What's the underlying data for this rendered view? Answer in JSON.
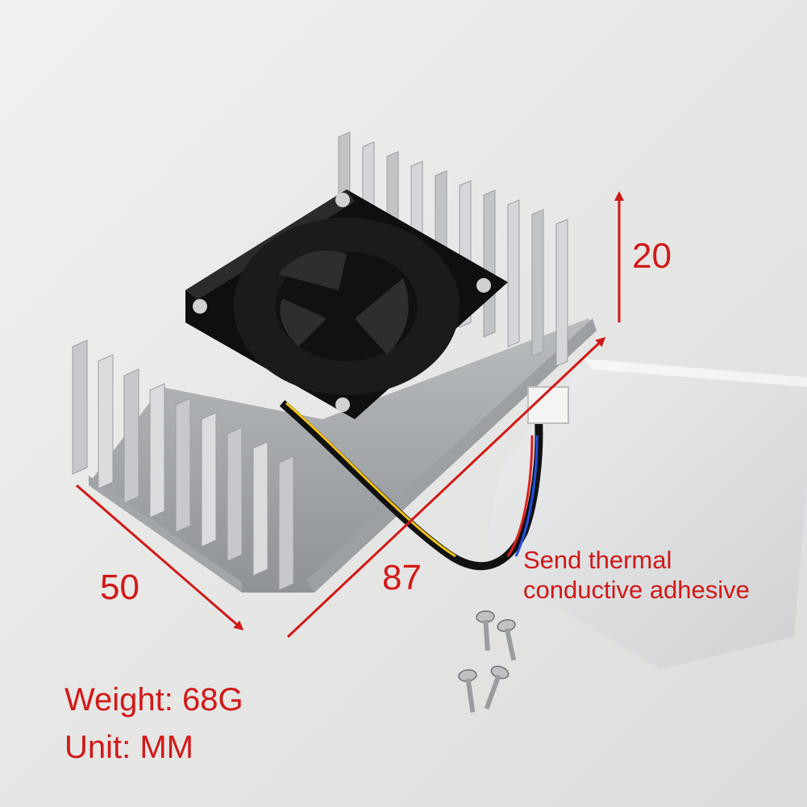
{
  "annotations": {
    "height": "20",
    "width": "50",
    "length": "87",
    "pad_note_line1": "Send thermal",
    "pad_note_line2": "conductive adhesive",
    "weight": "Weight: 68G",
    "unit": "Unit: MM"
  },
  "colors": {
    "background": "#e9e9e7",
    "annotation_red": "#d11818",
    "aluminum": "#c9cbcd",
    "fan_black": "#141414"
  },
  "icons": {
    "product": "heatsink-fan-icon",
    "pad": "thermal-pad-icon",
    "screws": "screw-icon"
  }
}
